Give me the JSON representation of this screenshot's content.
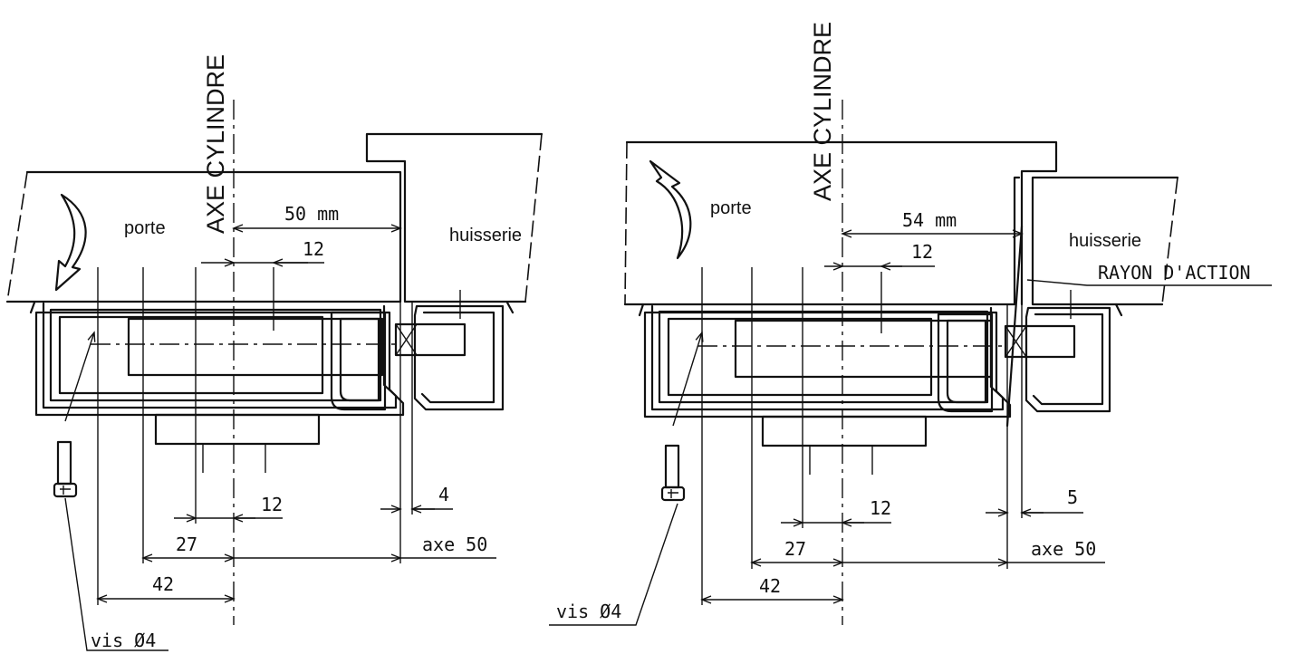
{
  "left": {
    "axis_label": "AXE CYLINDRE",
    "door_label": "porte",
    "frame_label": "huisserie",
    "dim_main": "50 mm",
    "dim_12_top": "12",
    "dim_4": "4",
    "dim_12_bottom": "12",
    "dim_27": "27",
    "dim_axe": "axe 50",
    "dim_42": "42",
    "screw_label": "vis Ø4"
  },
  "right": {
    "axis_label": "AXE CYLINDRE",
    "door_label": "porte",
    "frame_label": "huisserie",
    "range_label": "RAYON D'ACTION",
    "dim_main": "54 mm",
    "dim_12_top": "12",
    "dim_5": "5",
    "dim_12_bottom": "12",
    "dim_27": "27",
    "dim_axe": "axe 50",
    "dim_42": "42",
    "screw_label": "vis Ø4"
  }
}
